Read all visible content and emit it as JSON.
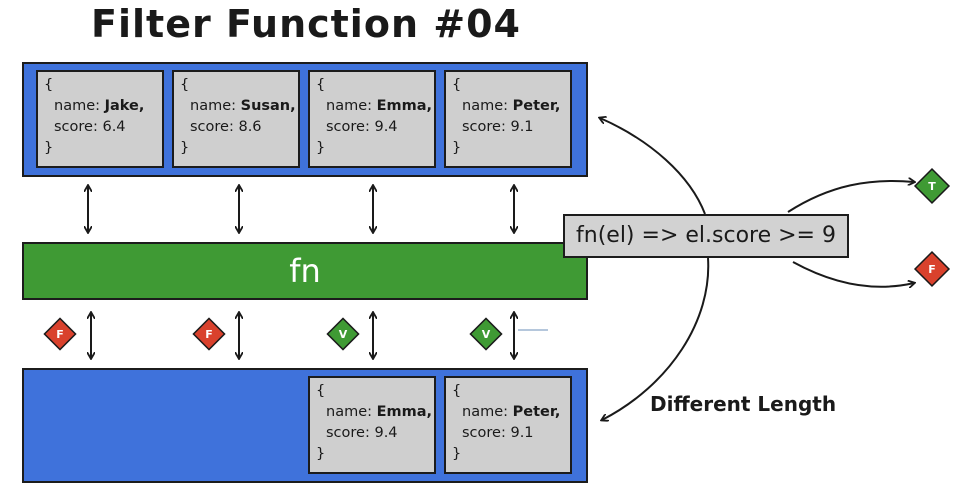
{
  "title": "Filter Function #04",
  "input_array": [
    {
      "name_key": "name:",
      "name": "Jake,",
      "score_key": "score:",
      "score": "6.4"
    },
    {
      "name_key": "name:",
      "name": "Susan,",
      "score_key": "score:",
      "score": "8.6"
    },
    {
      "name_key": "name:",
      "name": "Emma,",
      "score_key": "score:",
      "score": "9.4"
    },
    {
      "name_key": "name:",
      "name": "Peter,",
      "score_key": "score:",
      "score": "9.1"
    }
  ],
  "output_array": [
    {
      "name_key": "name:",
      "name": "Emma,",
      "score_key": "score:",
      "score": "9.4"
    },
    {
      "name_key": "name:",
      "name": "Peter,",
      "score_key": "score:",
      "score": "9.1"
    }
  ],
  "brace_open": "{",
  "brace_close": "}",
  "fn_label": "fn",
  "fn_expression": "fn(el) => el.score >= 9",
  "different_length_label": "Different Length",
  "results": [
    "F",
    "F",
    "V",
    "V"
  ],
  "branch_true": "T",
  "branch_false": "F",
  "colors": {
    "array_blue": "#3f72db",
    "fn_green": "#3f9a34",
    "card_gray": "#cfcfcf",
    "true_green": "#3f9a34",
    "false_red": "#d9412c"
  }
}
